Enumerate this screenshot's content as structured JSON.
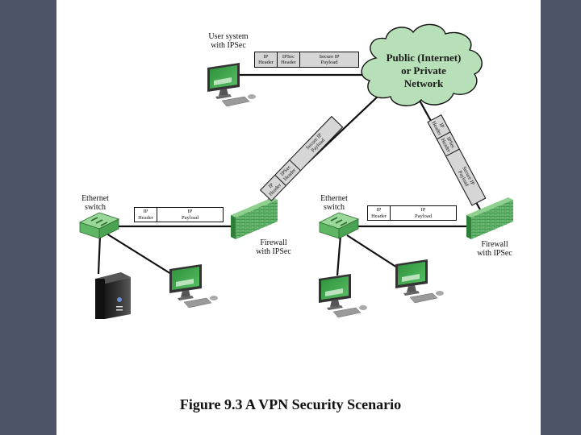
{
  "caption": "Figure 9.3  A VPN Security Scenario",
  "cloud": {
    "label": "Public (Internet)\nor Private\nNetwork",
    "fill": "#b8e0b8"
  },
  "nodes": {
    "user_system": {
      "label": "User system\nwith IPSec"
    },
    "switch_left": {
      "label": "Ethernet\nswitch"
    },
    "switch_right": {
      "label": "Ethernet\nswitch"
    },
    "firewall_left": {
      "label": "Firewall\nwith IPSec"
    },
    "firewall_right": {
      "label": "Firewall\nwith IPSec"
    }
  },
  "packets": {
    "top": [
      "IP\nHeader",
      "IPSec\nHeader",
      "Secure IP\nPayload"
    ],
    "diag_left": [
      "IP\nHeader",
      "IPSec\nHeader",
      "Secure IP\nPayload"
    ],
    "diag_right": [
      "IP\nHeader",
      "IPSec\nHeader",
      "Secure IP\nPayload"
    ],
    "lan_left": [
      "IP\nHeader",
      "IP\nPayload"
    ],
    "lan_right": [
      "IP\nHeader",
      "IP\nPayload"
    ]
  },
  "colors": {
    "background": "#4e5468",
    "page": "#ffffff",
    "device_green": "#3fa34d",
    "packet_gray": "#d6d6d6"
  }
}
